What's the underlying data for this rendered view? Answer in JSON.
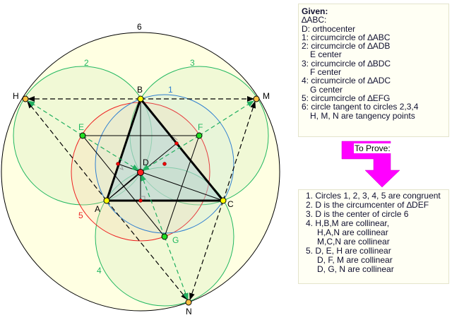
{
  "colors": {
    "circle1": "#2f7fd0",
    "circle_green": "#22b860",
    "circle5": "#ee2222",
    "arrow": "#ff00ff",
    "point_yellow": "#ffff00",
    "point_green": "#22dd22",
    "point_orange": "#ffc040"
  },
  "diagram": {
    "circle_labels": {
      "c1": "1",
      "c2": "2",
      "c3": "3",
      "c4": "4",
      "c5": "5",
      "c6": "6"
    },
    "points": {
      "A": "A",
      "B": "B",
      "C": "C",
      "D": "D",
      "E": "E",
      "F": "F",
      "G": "G",
      "H": "H",
      "M": "M",
      "N": "N"
    }
  },
  "given": {
    "title": "Given:",
    "lines": [
      "∆ABC:",
      "D: orthocenter",
      "1: circumcircle of ∆ABC",
      "2: circumcircle of ∆ADB",
      "E center",
      "3: circumcircle of ∆BDC",
      "F center",
      "4: circumcircle of ∆ADC",
      "G center",
      "5: circumcircle of ∆EFG",
      "6: circle tangent to circles 2,3,4",
      "H, M, N are tangency points"
    ]
  },
  "prove": {
    "label": "To Prove:",
    "lines": [
      "1. Circles 1, 2, 3, 4, 5 are congruent",
      "2. D is the circumcenter of ∆DEF",
      "3. D is the center of circle 6",
      "4. H,B,M are collinear,",
      "H,A,N are collinear",
      "M,C,N are collinear",
      "5. D, E, H are collinear",
      "D, F, M are collinear",
      "D, G, N are collinear"
    ]
  }
}
